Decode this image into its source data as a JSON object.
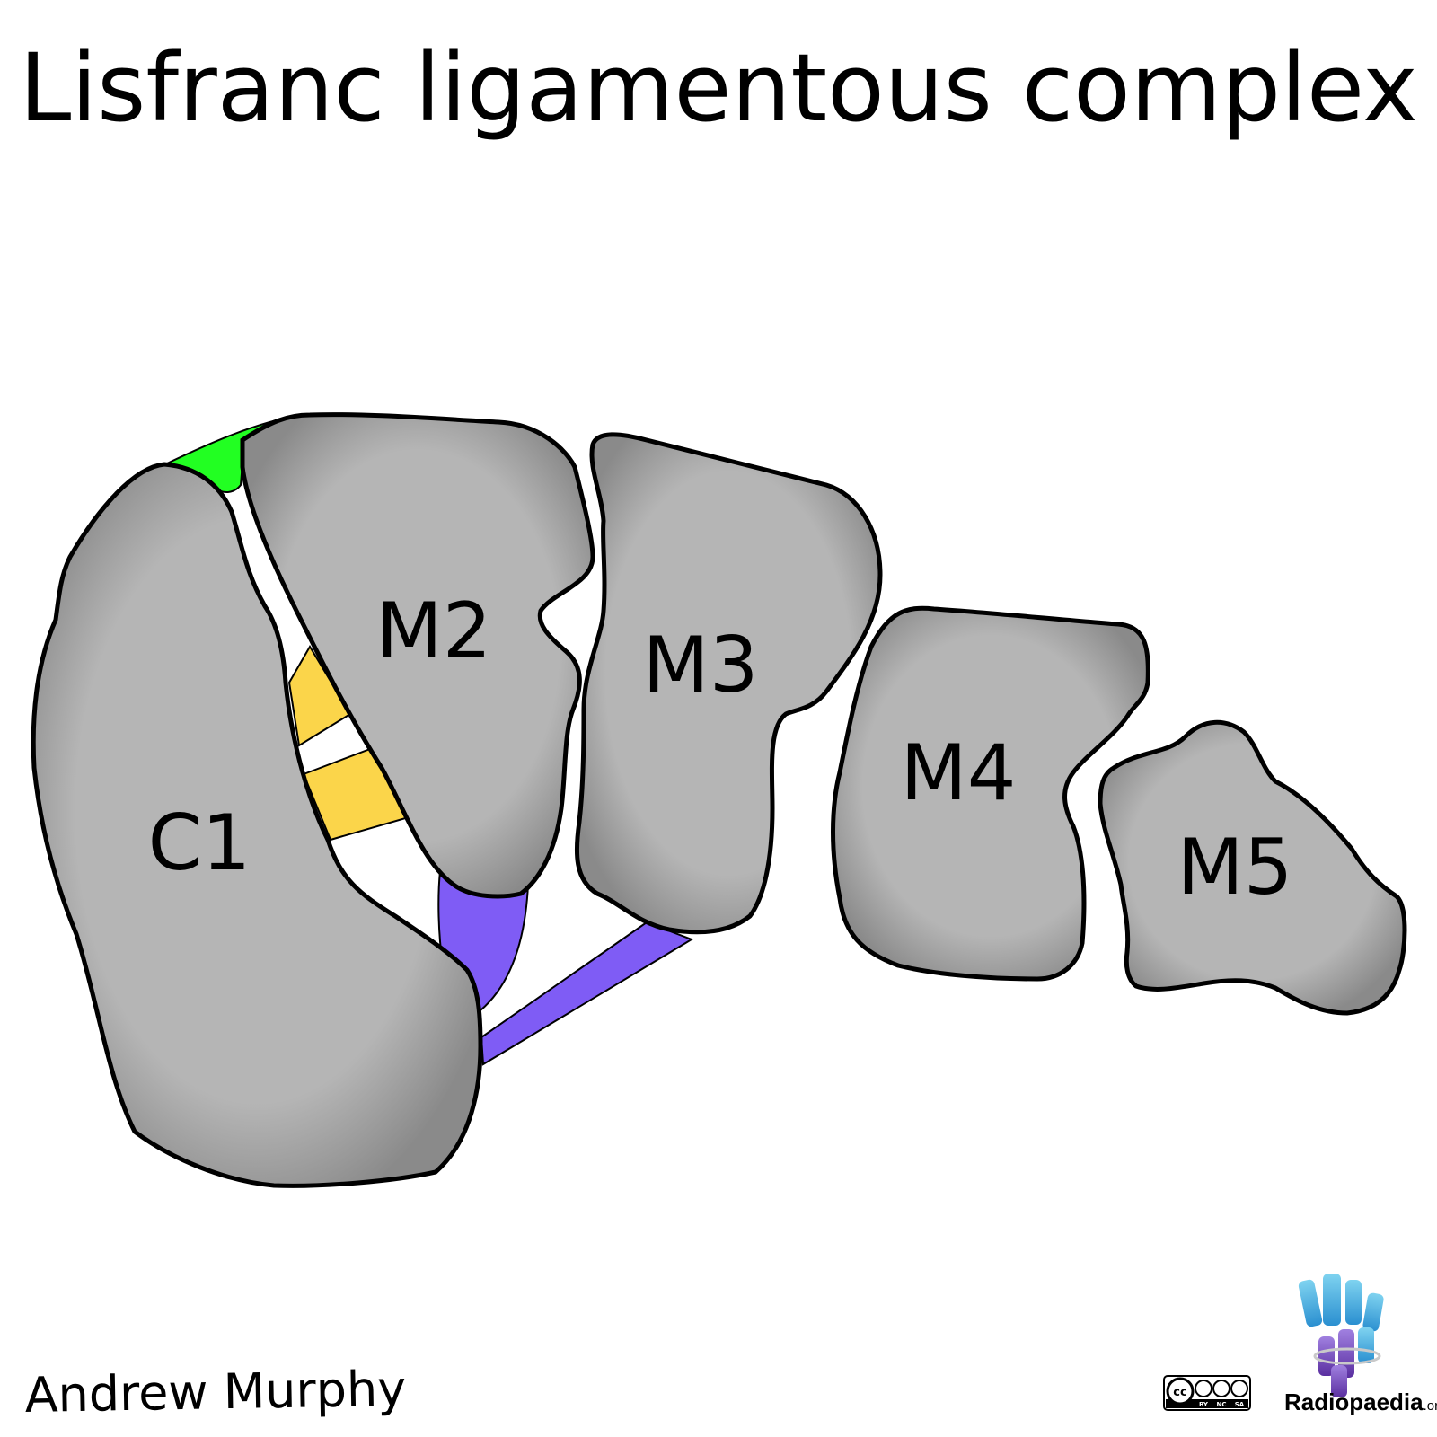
{
  "title": "Lisfranc ligamentous complex",
  "bones": {
    "c1": "C1",
    "m2": "M2",
    "m3": "M3",
    "m4": "M4",
    "m5": "M5"
  },
  "ligament_colors": {
    "dorsal": "#22ff22",
    "interosseous": "#fbd54a",
    "plantar": "#7f5cf5"
  },
  "colors": {
    "bone_fill": "#b5b5b5",
    "bone_edge_shade": "#8a8a8a",
    "outline": "#000000"
  },
  "credits": {
    "author": "Andrew Murphy",
    "license_badge": "cc",
    "license_terms": [
      "BY",
      "NC",
      "SA"
    ],
    "brand_name": "Radiopaedia",
    "brand_suffix": ".org"
  }
}
